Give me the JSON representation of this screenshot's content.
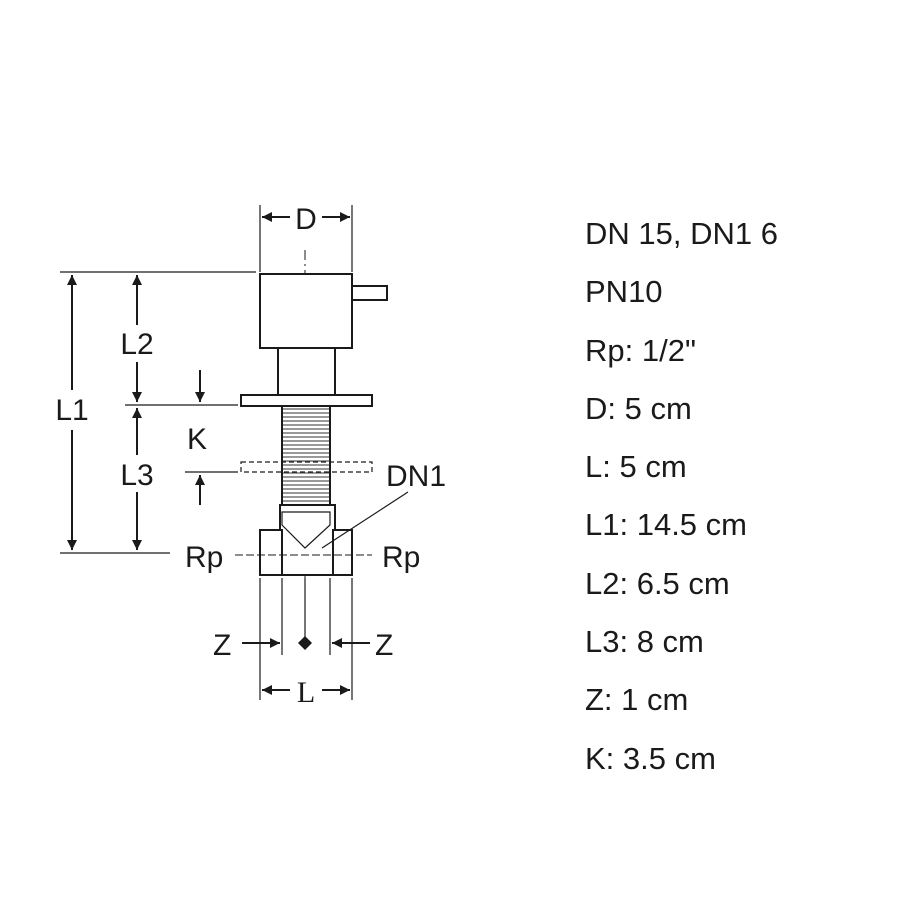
{
  "diagram": {
    "labels": {
      "D": "D",
      "L1": "L1",
      "L2": "L2",
      "L3": "L3",
      "K": "K",
      "DN": "DN1",
      "Rp_left": "Rp",
      "Rp_right": "Rp",
      "Z_left": "Z",
      "Z_right": "Z",
      "L": "L"
    }
  },
  "specs": [
    "DN 15, DN1 6",
    "PN10",
    "Rp: 1/2\"",
    "D: 5 cm",
    "L: 5 cm",
    "L1: 14.5 cm",
    "L2: 6.5 cm",
    "L3: 8 cm",
    "Z: 1 cm",
    "K: 3.5 cm"
  ]
}
